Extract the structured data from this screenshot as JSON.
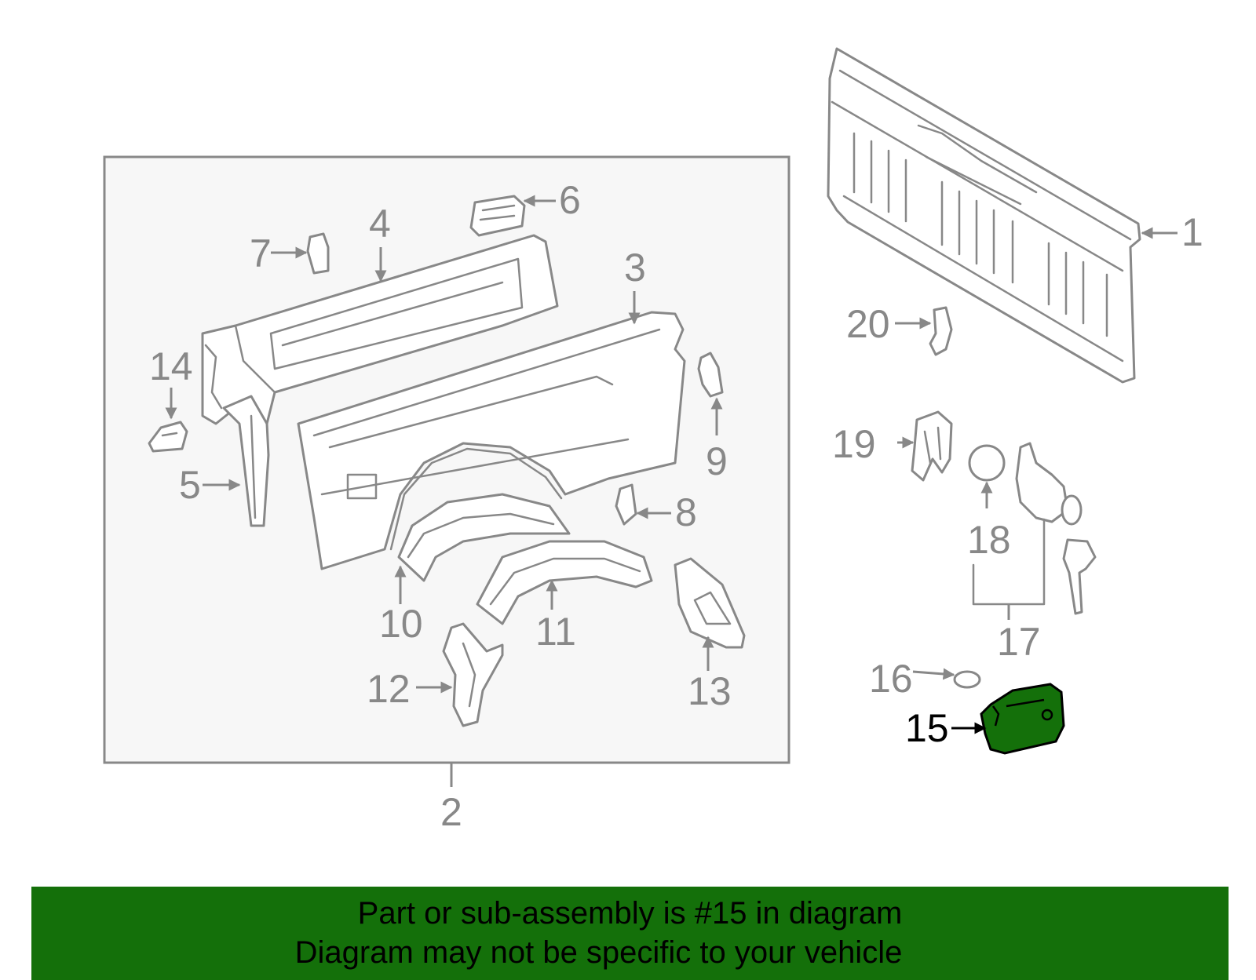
{
  "diagram": {
    "highlight_color": "#14700a",
    "highlighted_part": "15",
    "callouts": {
      "p1": "1",
      "p2": "2",
      "p3": "3",
      "p4": "4",
      "p5": "5",
      "p6": "6",
      "p7": "7",
      "p8": "8",
      "p9": "9",
      "p10": "10",
      "p11": "11",
      "p12": "12",
      "p13": "13",
      "p14": "14",
      "p15": "15",
      "p16": "16",
      "p17": "17",
      "p18": "18",
      "p19": "19",
      "p20": "20"
    }
  },
  "banner": {
    "line1": "Part or sub-assembly is #15 in diagram",
    "line2": "Diagram may not be specific to your vehicle",
    "background": "#14700a"
  }
}
